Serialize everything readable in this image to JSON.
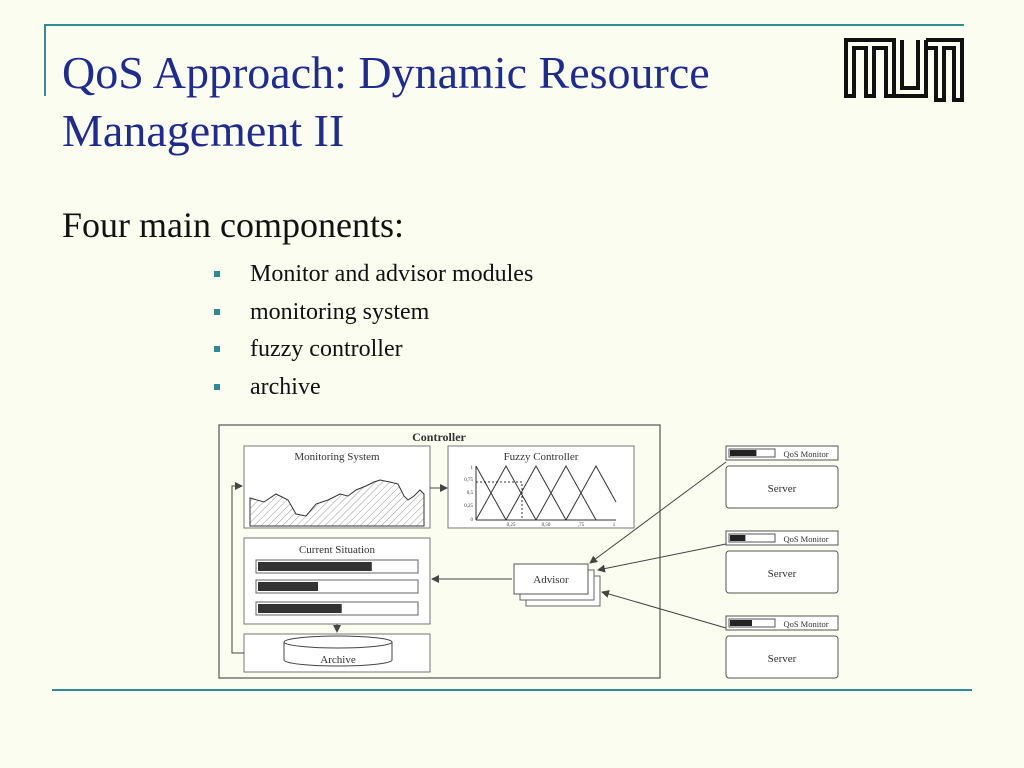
{
  "slide": {
    "title_line1": "QoS Approach: Dynamic Resource",
    "title_line2": "Management II",
    "subheading": "Four main components:",
    "bullets": [
      "Monitor and advisor modules",
      "monitoring system",
      "fuzzy controller",
      "archive"
    ],
    "colors": {
      "title": "#1f2c8c",
      "accent": "#2e8c94",
      "background": "#fcfdf1"
    },
    "logo": "tum-logo"
  },
  "diagram": {
    "controller": "Controller",
    "monitoring_system": "Monitoring System",
    "fuzzy_controller": "Fuzzy Controller",
    "fuzzy_y_ticks": [
      "1",
      "0,75",
      "0,5",
      "0,25",
      "0"
    ],
    "fuzzy_x_ticks": [
      "0,25",
      "0,50",
      ",75",
      "1"
    ],
    "current_situation": "Current Situation",
    "situation_bar_levels": [
      0.72,
      0.38,
      0.53
    ],
    "archive": "Archive",
    "advisor": "Advisor",
    "qos_monitor": "QoS Monitor",
    "server": "Server",
    "monitor_levels": [
      0.6,
      0.35,
      0.5
    ]
  }
}
